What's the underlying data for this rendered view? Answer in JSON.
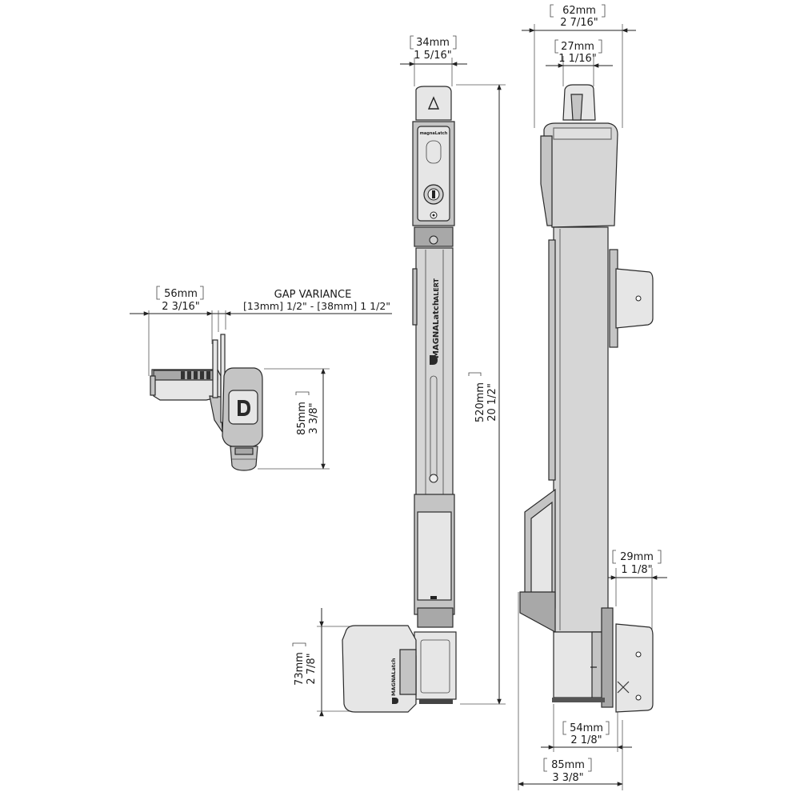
{
  "dimensions": {
    "top_outer_width": {
      "mm": "62mm",
      "inch": "2 7/16\""
    },
    "top_inner_width": {
      "mm": "27mm",
      "inch": "1 1/16\""
    },
    "bar_width": {
      "mm": "34mm",
      "inch": "1 5/16\""
    },
    "side_width": {
      "mm": "56mm",
      "inch": "2 3/16\""
    },
    "gap_variance": {
      "title": "GAP VARIANCE",
      "range": "[13mm] 1/2\"  - [38mm] 1 1/2\""
    },
    "side_height": {
      "mm": "85mm",
      "inch": "3 3/8\""
    },
    "overall_length": {
      "mm": "520mm",
      "inch": "20 1/2\""
    },
    "bracket_offset": {
      "mm": "29mm",
      "inch": "1 1/8\""
    },
    "catch_height": {
      "mm": "73mm",
      "inch": "2 7/8\""
    },
    "base_width": {
      "mm": "54mm",
      "inch": "2 1/8\""
    },
    "bottom_width": {
      "mm": "85mm",
      "inch": "3 3/8\""
    }
  },
  "branding": {
    "product": "MAGNALatch",
    "variant": "ALERT",
    "top_cap_mark": "magnaLatch"
  },
  "icons": {
    "logo": "d-logo-icon",
    "arrow": "up-arrow-icon",
    "lock": "key-lock-icon"
  }
}
